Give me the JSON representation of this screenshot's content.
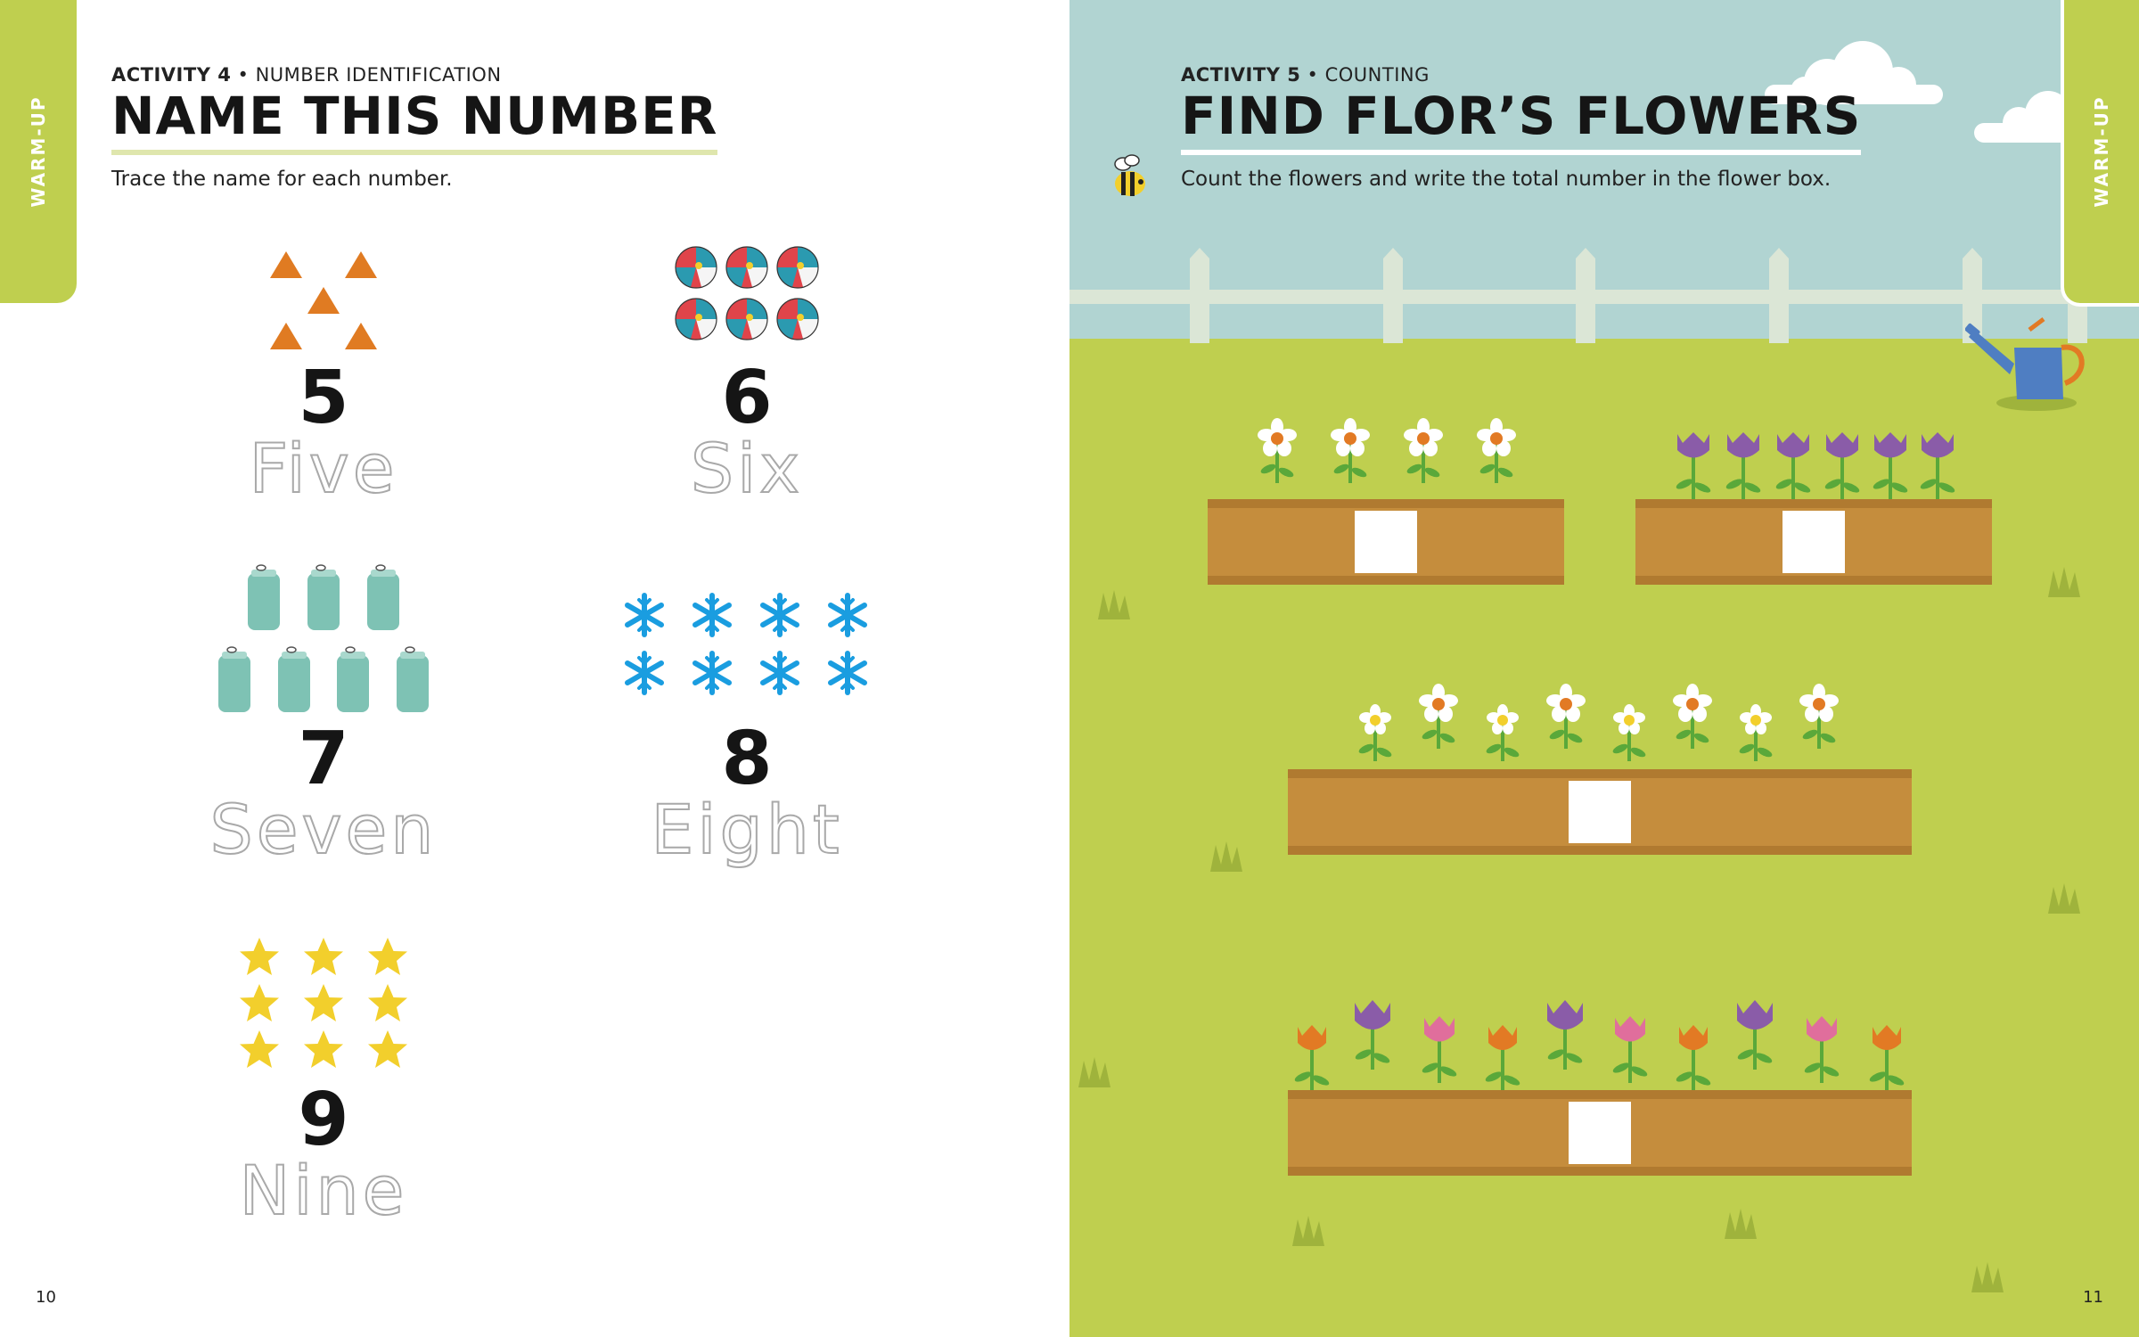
{
  "left": {
    "tab": "WARM-UP",
    "activity_label": "ACTIVITY 4",
    "activity_bullet": "•",
    "activity_topic": "NUMBER IDENTIFICATION",
    "title": "NAME THIS NUMBER",
    "instruction": "Trace the name for each number.",
    "page_number": "10",
    "numbers": [
      {
        "digit": "5",
        "word": "Five",
        "icon": "triangle-icon",
        "count": 5,
        "color": "#e07b22"
      },
      {
        "digit": "6",
        "word": "Six",
        "icon": "beach-ball-icon",
        "count": 6,
        "color": "#e0444a"
      },
      {
        "digit": "7",
        "word": "Seven",
        "icon": "soda-can-icon",
        "count": 7,
        "color": "#7ec2b4"
      },
      {
        "digit": "8",
        "word": "Eight",
        "icon": "snowflake-icon",
        "count": 8,
        "color": "#1a9de0"
      },
      {
        "digit": "9",
        "word": "Nine",
        "icon": "star-icon",
        "count": 9,
        "color": "#f2cf2c"
      }
    ]
  },
  "right": {
    "tab": "WARM-UP",
    "activity_label": "ACTIVITY 5",
    "activity_bullet": "•",
    "activity_topic": "COUNTING",
    "title": "FIND FLOR’S FLOWERS",
    "instruction": "Count the flowers and write the total number in the flower box.",
    "page_number": "11",
    "planters": [
      {
        "flower": "daisy",
        "count": 4
      },
      {
        "flower": "tulip",
        "count": 6,
        "colors": [
          "#8a5ca8"
        ]
      },
      {
        "flower": "daisy",
        "count": 8
      },
      {
        "flower": "tulip",
        "count": 10,
        "colors": [
          "#e27a24",
          "#8a5ca8",
          "#e06e9c"
        ]
      }
    ]
  },
  "colors": {
    "tab_green": "#bfcf4f",
    "grass": "#bfcf4f",
    "sky": "#b1d4d2",
    "planter_brown": "#c58d3d",
    "fence": "#dbe6d6"
  }
}
